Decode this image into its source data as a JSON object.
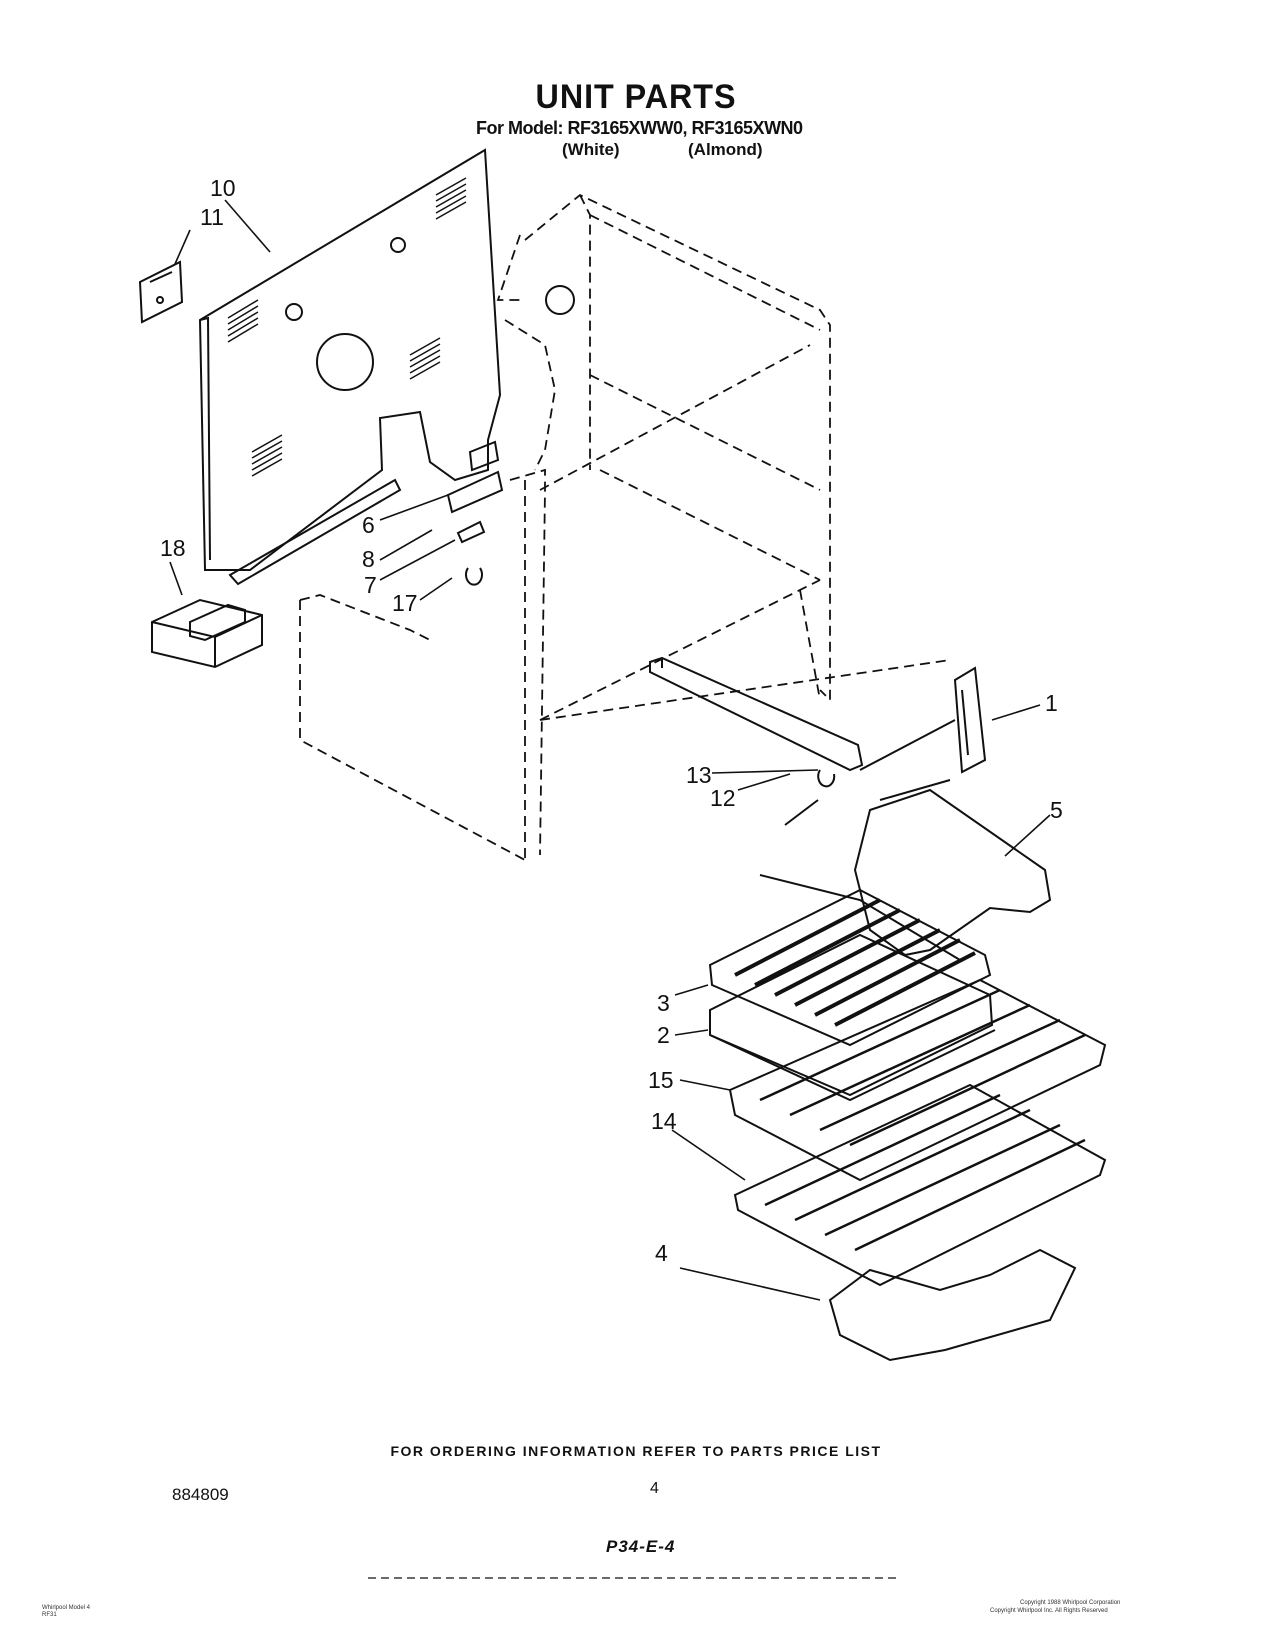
{
  "header": {
    "title": "UNIT PARTS",
    "model_line": "For Model: RF3165XWW0, RF3165XWN0",
    "variant_white": "(White)",
    "variant_almond": "(Almond)"
  },
  "callouts": [
    {
      "id": "c10",
      "label": "10"
    },
    {
      "id": "c11",
      "label": "11"
    },
    {
      "id": "c18",
      "label": "18"
    },
    {
      "id": "c6",
      "label": "6"
    },
    {
      "id": "c8",
      "label": "8"
    },
    {
      "id": "c7",
      "label": "7"
    },
    {
      "id": "c17",
      "label": "17"
    },
    {
      "id": "c1",
      "label": "1"
    },
    {
      "id": "c12",
      "label": "12"
    },
    {
      "id": "c13",
      "label": "13"
    },
    {
      "id": "c5",
      "label": "5"
    },
    {
      "id": "c3",
      "label": "3"
    },
    {
      "id": "c2",
      "label": "2"
    },
    {
      "id": "c15",
      "label": "15"
    },
    {
      "id": "c14",
      "label": "14"
    },
    {
      "id": "c4",
      "label": "4"
    }
  ],
  "footer": {
    "ordering_note": "FOR ORDERING INFORMATION REFER TO PARTS PRICE LIST",
    "doc_number": "884809",
    "page_number": "4",
    "handwritten_code": "P34-E-4",
    "left_fineprint": "Whirlpool Model 4\nRF31",
    "right_fineprint_1": "Copyright 1988 Whirlpool Corporation",
    "right_fineprint_2": "Copyright Whirlpool Inc. All Rights Reserved"
  }
}
